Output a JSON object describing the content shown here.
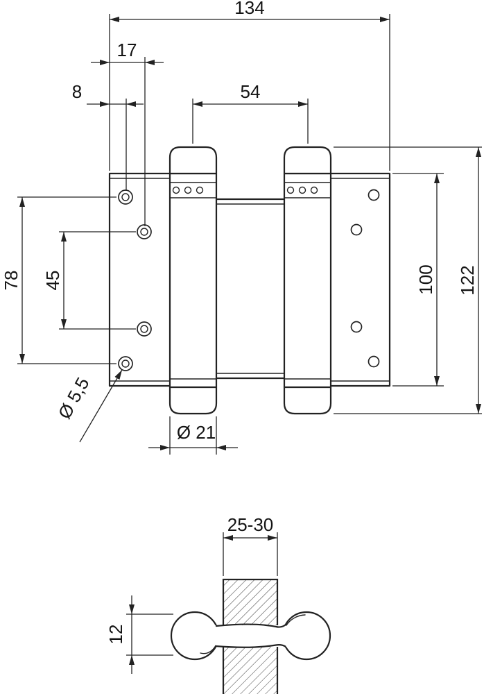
{
  "drawing": {
    "type": "technical-drawing",
    "subject": "double-action spring hinge",
    "line_color": "#222222",
    "background": "#ffffff",
    "front_view": {
      "overall_width": "134",
      "hole_column_offset": "17",
      "hole_edge_offset": "8",
      "barrel_center_distance": "54",
      "hole_row_span": "78",
      "hole_row_inner_span": "45",
      "leaf_height": "100",
      "overall_height": "122",
      "screw_hole_diameter": "Ø 5,5",
      "barrel_diameter": "Ø 21"
    },
    "section_view": {
      "door_thickness_range": "25-30",
      "leaf_stack_offset": "12"
    }
  }
}
